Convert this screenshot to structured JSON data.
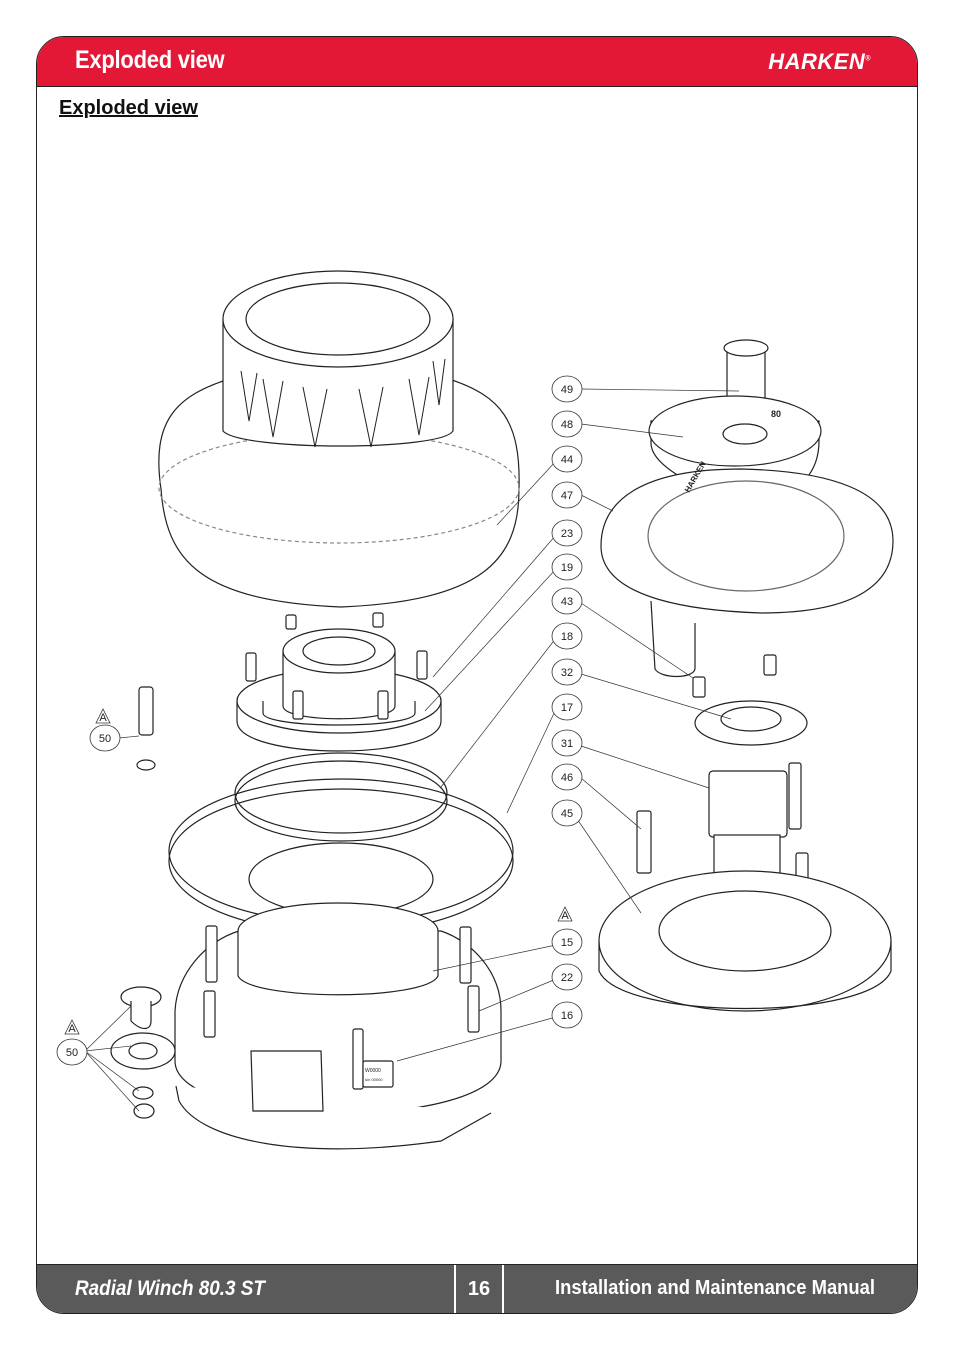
{
  "header": {
    "title": "Exploded view",
    "brand": "HARKEN",
    "brand_mark": "®"
  },
  "section": {
    "title": "Exploded view"
  },
  "callouts": {
    "c49": "49",
    "c48": "48",
    "c44": "44",
    "c47": "47",
    "c23": "23",
    "c19": "19",
    "c43": "43",
    "c18": "18",
    "c32": "32",
    "c17": "17",
    "c31": "31",
    "c46": "46",
    "c45": "45",
    "cA1": "A",
    "c15": "15",
    "c22": "22",
    "c16": "16",
    "c50a": "50",
    "cA2": "A",
    "c50b": "50",
    "cA3": "A"
  },
  "part_labels": {
    "cap_number": "80",
    "cap_brand": "HARKEN",
    "plate_line1": "W0000",
    "plate_line2": "s/n 00000"
  },
  "footer": {
    "product": "Radial Winch 80.3 ST",
    "page": "16",
    "manual": "Installation and Maintenance Manual"
  }
}
